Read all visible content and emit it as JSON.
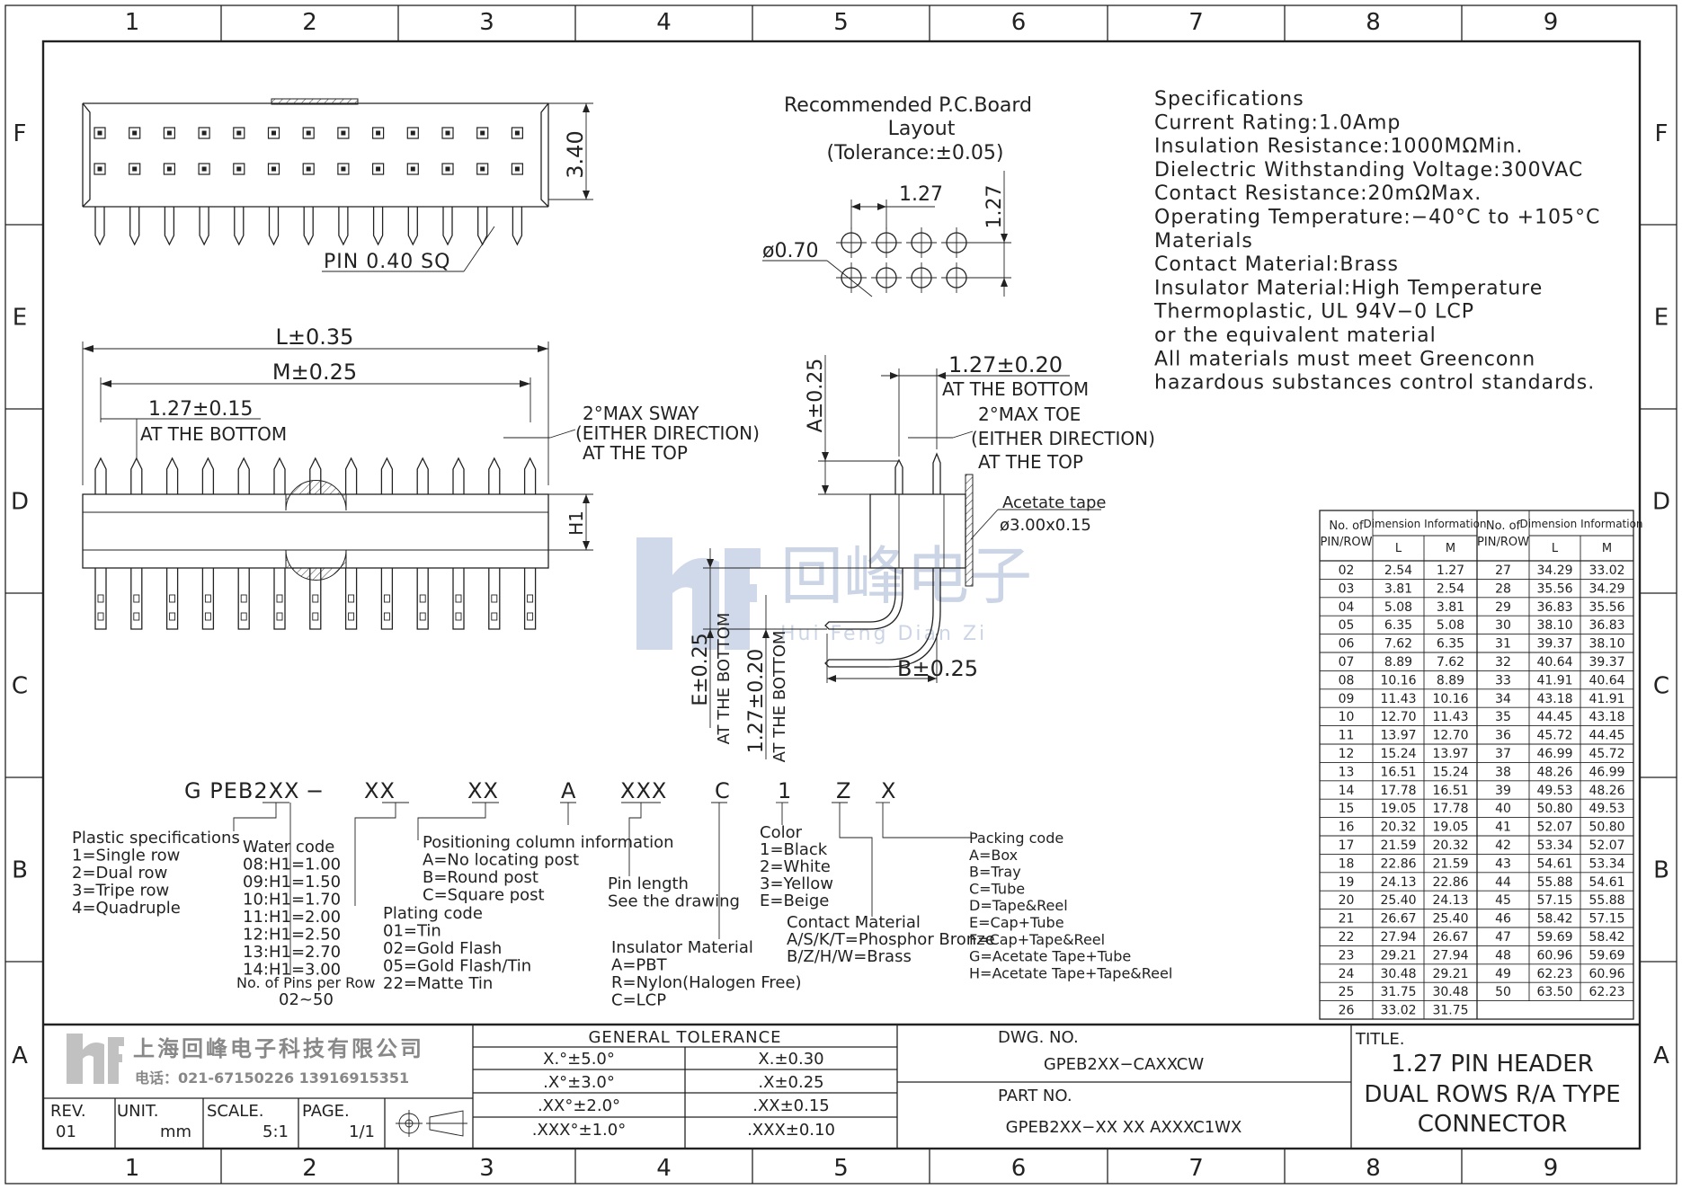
{
  "border": {
    "columns": [
      "1",
      "2",
      "3",
      "4",
      "5",
      "6",
      "7",
      "8",
      "9"
    ],
    "rows": [
      "F",
      "E",
      "D",
      "C",
      "B",
      "A"
    ]
  },
  "top_view": {
    "dim_height": "3.40",
    "pin_note": "PIN 0.40 SQ"
  },
  "pcb_layout": {
    "title_lines": [
      "Recommended P.C.Board",
      "Layout",
      "(Tolerance:±0.05)"
    ],
    "pitch_h": "1.27",
    "pitch_v": "1.27",
    "hole": "ø0.70"
  },
  "specifications": {
    "lines": [
      "Specifications",
      "Current Rating:1.0Amp",
      "Insulation Resistance:1000MΩMin.",
      "Dielectric Withstanding Voltage:300VAC",
      "Contact Resistance:20mΩMax.",
      "Operating Temperature:−40°C to +105°C",
      "Materials",
      "Contact Material:Brass",
      "Insulator Material:High Temperature",
      "Thermoplastic, UL 94V−0 LCP",
      "or the equivalent material",
      "All materials must meet Greenconn",
      "hazardous substances control standards."
    ]
  },
  "front_view": {
    "dim_L": "L±0.35",
    "dim_M": "M±0.25",
    "pitch": "1.27±0.15",
    "pitch_note": "AT THE BOTTOM",
    "sway_lines": [
      "2°MAX SWAY",
      "(EITHER DIRECTION)",
      "AT THE TOP"
    ],
    "dim_H1": "H1"
  },
  "side_view": {
    "dim_A": "A±0.25",
    "pitch": "1.27±0.20",
    "pitch_note": "AT THE BOTTOM",
    "toe_lines": [
      "2°MAX TOE",
      "(EITHER DIRECTION)",
      "AT THE TOP"
    ],
    "tape_lines": [
      "Acetate tape",
      "ø3.00x0.15"
    ],
    "dim_E": "E±0.25",
    "dim_E_note": "AT THE BOTTOM",
    "dim_127": "1.27±0.20",
    "dim_127_note": "AT THE BOTTOM",
    "dim_B": "B±0.25"
  },
  "watermark": {
    "logo": "hf",
    "cn": "回峰电子",
    "pinyin": "Hui Feng Dian Zi"
  },
  "part_code": {
    "segments": [
      "G PEB2XX",
      "−",
      "XX",
      "XX",
      "A",
      "XXX",
      "C",
      "1",
      "Z",
      "X"
    ],
    "plastic": [
      "Plastic specifications",
      "1=Single row",
      "2=Dual row",
      "3=Tripe row",
      "4=Quadruple"
    ],
    "water": [
      "Water code",
      "08:H1=1.00",
      "09:H1=1.50",
      "10:H1=1.70",
      "11:H1=2.00",
      "12:H1=2.50",
      "13:H1=2.70",
      "14:H1=3.00"
    ],
    "pins_per_row": [
      "No. of Pins per Row",
      "02~50"
    ],
    "plating": [
      "Plating code",
      "01=Tin",
      "02=Gold Flash",
      "05=Gold Flash/Tin",
      "22=Matte Tin"
    ],
    "positioning": [
      "Positioning column information",
      "A=No locating post",
      "B=Round post",
      "C=Square post"
    ],
    "pin_length": [
      "Pin length",
      "See the drawing"
    ],
    "insulator": [
      "Insulator Material",
      "A=PBT",
      "R=Nylon(Halogen Free)",
      "C=LCP"
    ],
    "color": [
      "Color",
      "1=Black",
      "2=White",
      "3=Yellow",
      "E=Beige"
    ],
    "contact": [
      "Contact Material",
      "A/S/K/T=Phosphor Bronze",
      "B/Z/H/W=Brass"
    ],
    "packing": [
      "Packing code",
      "A=Box",
      "B=Tray",
      "C=Tube",
      "D=Tape&Reel",
      "E=Cap+Tube",
      "F=Cap+Tape&Reel",
      "G=Acetate Tape+Tube",
      "H=Acetate Tape+Tape&Reel"
    ]
  },
  "dim_table": {
    "header": {
      "pinrow": [
        "No. of",
        "PIN/ROW"
      ],
      "dim_info": "Dimension Information",
      "L": "L",
      "M": "M"
    },
    "rows": [
      [
        "02",
        "2.54",
        "1.27",
        "27",
        "34.29",
        "33.02"
      ],
      [
        "03",
        "3.81",
        "2.54",
        "28",
        "35.56",
        "34.29"
      ],
      [
        "04",
        "5.08",
        "3.81",
        "29",
        "36.83",
        "35.56"
      ],
      [
        "05",
        "6.35",
        "5.08",
        "30",
        "38.10",
        "36.83"
      ],
      [
        "06",
        "7.62",
        "6.35",
        "31",
        "39.37",
        "38.10"
      ],
      [
        "07",
        "8.89",
        "7.62",
        "32",
        "40.64",
        "39.37"
      ],
      [
        "08",
        "10.16",
        "8.89",
        "33",
        "41.91",
        "40.64"
      ],
      [
        "09",
        "11.43",
        "10.16",
        "34",
        "43.18",
        "41.91"
      ],
      [
        "10",
        "12.70",
        "11.43",
        "35",
        "44.45",
        "43.18"
      ],
      [
        "11",
        "13.97",
        "12.70",
        "36",
        "45.72",
        "44.45"
      ],
      [
        "12",
        "15.24",
        "13.97",
        "37",
        "46.99",
        "45.72"
      ],
      [
        "13",
        "16.51",
        "15.24",
        "38",
        "48.26",
        "46.99"
      ],
      [
        "14",
        "17.78",
        "16.51",
        "39",
        "49.53",
        "48.26"
      ],
      [
        "15",
        "19.05",
        "17.78",
        "40",
        "50.80",
        "49.53"
      ],
      [
        "16",
        "20.32",
        "19.05",
        "41",
        "52.07",
        "50.80"
      ],
      [
        "17",
        "21.59",
        "20.32",
        "42",
        "53.34",
        "52.07"
      ],
      [
        "18",
        "22.86",
        "21.59",
        "43",
        "54.61",
        "53.34"
      ],
      [
        "19",
        "24.13",
        "22.86",
        "44",
        "55.88",
        "54.61"
      ],
      [
        "20",
        "25.40",
        "24.13",
        "45",
        "57.15",
        "55.88"
      ],
      [
        "21",
        "26.67",
        "25.40",
        "46",
        "58.42",
        "57.15"
      ],
      [
        "22",
        "27.94",
        "26.67",
        "47",
        "59.69",
        "58.42"
      ],
      [
        "23",
        "29.21",
        "27.94",
        "48",
        "60.96",
        "59.69"
      ],
      [
        "24",
        "30.48",
        "29.21",
        "49",
        "62.23",
        "60.96"
      ],
      [
        "25",
        "31.75",
        "30.48",
        "50",
        "63.50",
        "62.23"
      ],
      [
        "26",
        "33.02",
        "31.75",
        "",
        "",
        ""
      ]
    ]
  },
  "title_block": {
    "company_cn": "上海回峰电子科技有限公司",
    "phone": "电话：021-67150226  13916915351",
    "tolerance_title": "GENERAL TOLERANCE",
    "tolerance": [
      [
        "X.°±5.0°",
        "X.±0.30"
      ],
      [
        ".X°±3.0°",
        ".X±0.25"
      ],
      [
        ".XX°±2.0°",
        ".XX±0.15"
      ],
      [
        ".XXX°±1.0°",
        ".XXX±0.10"
      ]
    ],
    "rev_label": "REV.",
    "rev": "01",
    "unit_label": "UNIT.",
    "unit": "mm",
    "scale_label": "SCALE.",
    "scale": "5:1",
    "page_label": "PAGE.",
    "page": "1/1",
    "dwg_label": "DWG. NO.",
    "dwg": "GPEB2XX−CAXXCW",
    "part_label": "PART NO.",
    "part": "GPEB2XX−XX XX AXXXC1WX",
    "title_label": "TITLE.",
    "title_lines": [
      "1.27 PIN HEADER",
      "DUAL ROWS R/A TYPE",
      "CONNECTOR"
    ]
  }
}
